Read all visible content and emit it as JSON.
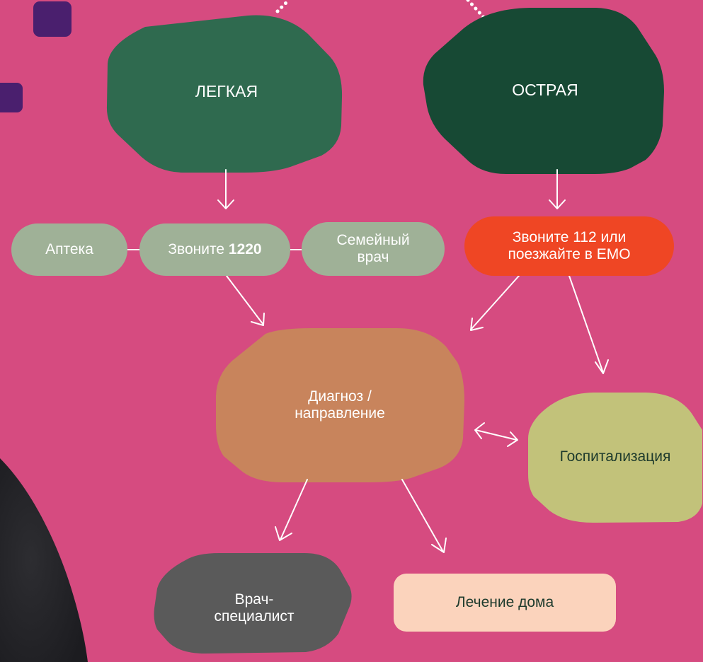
{
  "colors": {
    "background": "#d64b80",
    "mild": "#2f6a4f",
    "acute": "#174934",
    "pill_gray": "#9fb197",
    "emergency": "#ef4624",
    "diagnosis": "#c8845c",
    "hospital": "#c2c27a",
    "specialist": "#5a5a5a",
    "home": "#fbd3bc",
    "square": "#4a1f6e",
    "arrow": "#ffffff"
  },
  "nodes": {
    "mild": {
      "label": "ЛЕГКАЯ"
    },
    "acute": {
      "label": "ОСТРАЯ"
    },
    "pharmacy": {
      "label": "Аптека"
    },
    "call_1220": {
      "prefix": "Звоните ",
      "number": "1220"
    },
    "family_doctor": {
      "label": "Семейный\nврач"
    },
    "emergency": {
      "label": "Звоните 112 или\nпоезжайте в ЕМО"
    },
    "diagnosis": {
      "label": "Диагноз /\nнаправление"
    },
    "hospitalization": {
      "label": "Госпитализация"
    },
    "specialist": {
      "label": "Врач-\nспециалист"
    },
    "home_treatment": {
      "label": "Лечение дома"
    }
  }
}
